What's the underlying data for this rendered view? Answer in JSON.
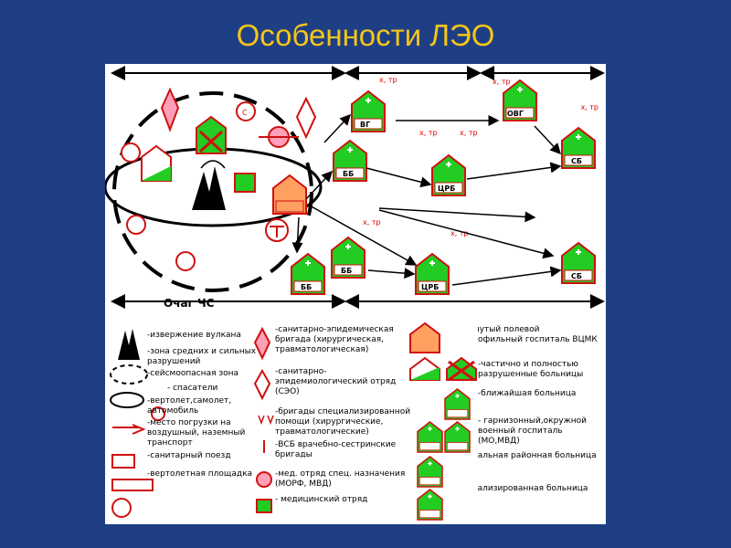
{
  "title": "Особенности ЛЭО",
  "diagram": {
    "focus_label": "Очаг ЧС",
    "rescuer_mark": "С",
    "xtr": "x, тр",
    "hospitals": {
      "vg": "ВГ",
      "ovg": "ОВГ",
      "sb": "СБ",
      "bb": "ББ",
      "crb": "ЦРБ"
    }
  },
  "legend": [
    {
      "key": "volcano",
      "text": "-извержение вулкана"
    },
    {
      "key": "zone",
      "text": "-зона средних и сильных разрушений"
    },
    {
      "key": "seismic",
      "text": "-сейсмоопасная зона"
    },
    {
      "key": "rescuers",
      "text": "- спасатели"
    },
    {
      "key": "transport",
      "text": "-вертолет,самолет, автомобиль"
    },
    {
      "key": "loading",
      "text": "-место погрузки на воздушный, наземный транспорт"
    },
    {
      "key": "train",
      "text": "-санитарный поезд"
    },
    {
      "key": "helipad",
      "text": "-вертолетная площадка"
    },
    {
      "key": "sanepid_brigade",
      "text": "-санитарно-эпидемическая бригада (хирургическая, травматологическая)"
    },
    {
      "key": "sanepid_unit",
      "text": "-санитарно-эпидемиологический отряд (СЭО)"
    },
    {
      "key": "special_brigades",
      "text": "-бригады специализированной помощи (хирургические, травматологические)"
    },
    {
      "key": "vsb",
      "text": "-ВСБ врачебно-сестринские бригады"
    },
    {
      "key": "med_special",
      "text": "-мед. отряд спец. назначения (МОРФ, МВД)"
    },
    {
      "key": "med_unit",
      "text": "- медицинский отряд"
    },
    {
      "key": "field_hospital",
      "text": "-развернутый полевой многопрофильный госпиталь ВЦМК"
    },
    {
      "key": "destroyed",
      "text": "-частично и полностью разрушенные больницы"
    },
    {
      "key": "nearest",
      "text": "-ближайшая больница"
    },
    {
      "key": "garrison",
      "text": "- гарнизонный,окружной военный госпиталь (МО,МВД)"
    },
    {
      "key": "central",
      "text": "-центральная районная больница"
    },
    {
      "key": "specialized",
      "text": "-специализированная больница"
    }
  ]
}
